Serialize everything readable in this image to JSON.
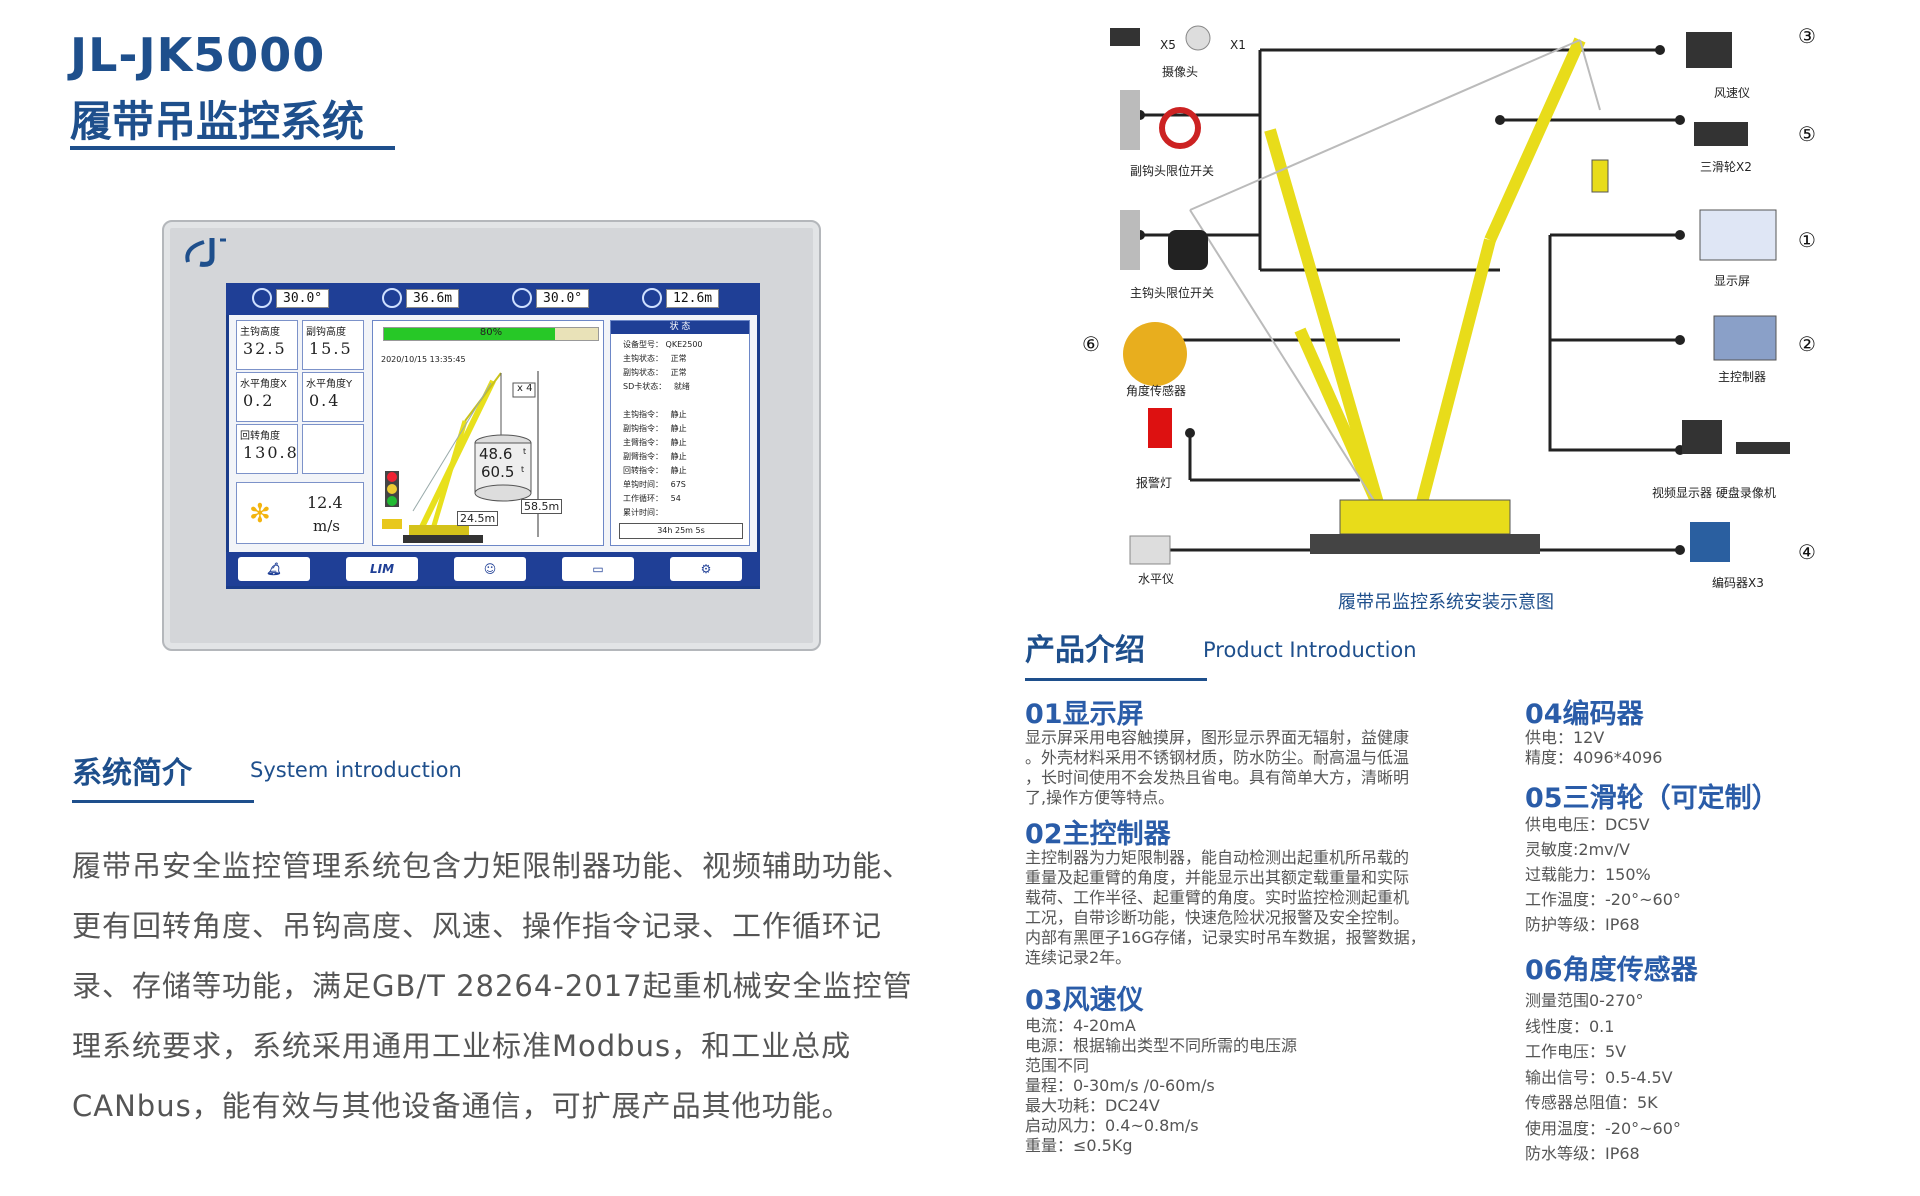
{
  "header": {
    "model": "JL-JK5000",
    "name": "履带吊监控系统"
  },
  "device": {
    "top_values": [
      "30.0°",
      "36.6m",
      "30.0°",
      "12.6m"
    ],
    "cells": [
      {
        "label": "主钩高度",
        "value": "32.5"
      },
      {
        "label": "副钩高度",
        "value": "15.5"
      },
      {
        "label": "水平角度X",
        "value": "0.2"
      },
      {
        "label": "水平角度Y",
        "value": "0.4"
      },
      {
        "label": "回转角度",
        "value": "130.8"
      }
    ],
    "wind_value": "12.4",
    "wind_unit": "m/s",
    "load_percent_label": "80%",
    "load_fraction": 0.8,
    "timestamp": "2020/10/15  13:35:45",
    "multiplier": "x 4",
    "load_actual": "48.6",
    "load_rated": "60.5",
    "load_unit": "t",
    "radius": "24.5m",
    "boom_length": "58.5m",
    "status_title": "状 态",
    "status_lines": [
      "设备型号： QKE2500",
      "主钩状态：   正常",
      "副钩状态：   正常",
      "SD卡状态：   就绪",
      "",
      "主钩指令：   静止",
      "副钩指令：   静止",
      "主臂指令：   静止",
      "副臂指令：   静止",
      "回转指令：   静止",
      "单钩时间：   67S",
      "工作循环：   54",
      "累计时间："
    ],
    "total_time": "34h 25m 5s",
    "buttons": [
      "",
      "LIM",
      "",
      "",
      ""
    ]
  },
  "system_intro": {
    "title": "系统简介",
    "subtitle": "System introduction",
    "body": "履带吊安全监控管理系统包含力矩限制器功能、视频辅助功能、更有回转角度、吊钩高度、风速、操作指令记录、工作循环记录、存储等功能，满足GB/T 28264-2017起重机械安全监控管理系统要求，系统采用通用工业标准Modbus，和工业总成CANbus，能有效与其他设备通信，可扩展产品其他功能。"
  },
  "diagram": {
    "caption": "履带吊监控系统安装示意图",
    "labels": {
      "camera": "摄像头",
      "camera_x5": "X5",
      "camera_x1": "X1",
      "aux_hook": "副钩头限位开关",
      "main_hook": "主钩头限位开关",
      "angle_sensor": "角度传感器",
      "alarm": "报警灯",
      "level": "水平仪",
      "anemometer": "风速仪",
      "pulley": "三滑轮X2",
      "display": "显示屏",
      "controller": "主控制器",
      "video": "视频显示器  硬盘录像机",
      "encoder": "编码器X3"
    },
    "numbers": [
      "③",
      "⑤",
      "①",
      "②",
      "④",
      "⑥"
    ]
  },
  "product_intro": {
    "title": "产品介绍",
    "subtitle": "Product Introduction",
    "items": [
      {
        "heading": "01显示屏",
        "lines": [
          "显示屏采用电容触摸屏，图形显示界面无辐射，益健康",
          "。外壳材料采用不锈钢材质，防水防尘。耐高温与低温",
          "，长时间使用不会发热且省电。具有简单大方，清晰明",
          "了,操作方便等特点。"
        ]
      },
      {
        "heading": "02主控制器",
        "lines": [
          "主控制器为力矩限制器，能自动检测出起重机所吊载的",
          "重量及起重臂的角度，并能显示出其额定载重量和实际",
          "载荷、工作半径、起重臂的角度。实时监控检测起重机",
          "工况，自带诊断功能，快速危险状况报警及安全控制。",
          "内部有黑匣子16G存储，记录实时吊车数据，报警数据，",
          "连续记录2年。"
        ]
      },
      {
        "heading": "03风速仪",
        "lines": [
          "电流：4-20mA",
          "电源：根据输出类型不同所需的电压源",
          "范围不同",
          "量程：0-30m/s /0-60m/s",
          "最大功耗：DC24V",
          "启动风力：0.4~0.8m/s",
          "重量：≤0.5Kg"
        ]
      },
      {
        "heading": "04编码器",
        "lines": [
          "供电：12V",
          "精度：4096*4096"
        ]
      },
      {
        "heading": "05三滑轮（可定制）",
        "lines": [
          "供电电压：DC5V",
          "灵敏度:2mv/V",
          "过载能力：150%",
          "工作温度：-20°~60°",
          "防护等级：IP68"
        ]
      },
      {
        "heading": "06角度传感器",
        "lines": [
          "测量范围0-270°",
          "线性度：0.1",
          "工作电压：5V",
          "输出信号：0.5-4.5V",
          "传感器总阻值：5K",
          "使用温度：-20°~60°",
          "防水等级：IP68"
        ]
      }
    ]
  },
  "colors": {
    "brand_blue": "#1e4f8c",
    "screen_blue": "#1f3f96",
    "crane_yellow": "#f2e21e"
  }
}
